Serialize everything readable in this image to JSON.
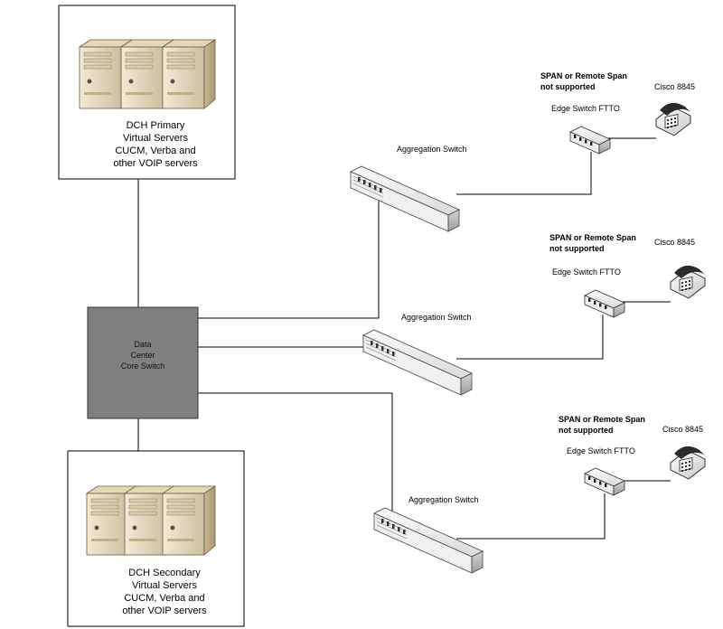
{
  "primary": {
    "lines": [
      "DCH Primary",
      "Virtual Servers",
      "CUCM, Verba and",
      "other VOIP servers"
    ]
  },
  "secondary": {
    "lines": [
      "DCH Secondary",
      "Virtual Servers",
      "CUCM, Verba and",
      "other VOIP servers"
    ]
  },
  "core": {
    "lines": [
      "Data",
      "Center",
      "Core Switch"
    ]
  },
  "branches": [
    {
      "aggregation_label": "Aggregation Switch",
      "span_line1": "SPAN or Remote Span",
      "span_line2": "not supported",
      "phone_label": "Cisco 8845",
      "edge_label": "Edge Switch FTTO"
    },
    {
      "aggregation_label": "Aggregation Switch",
      "span_line1": "SPAN or Remote Span",
      "span_line2": "not supported",
      "phone_label": "Cisco 8845",
      "edge_label": "Edge Switch FTTO"
    },
    {
      "aggregation_label": "Aggregation Switch",
      "span_line1": "SPAN or Remote Span",
      "span_line2": "not supported",
      "phone_label": "Cisco 8845",
      "edge_label": "Edge Switch FTTO"
    }
  ]
}
